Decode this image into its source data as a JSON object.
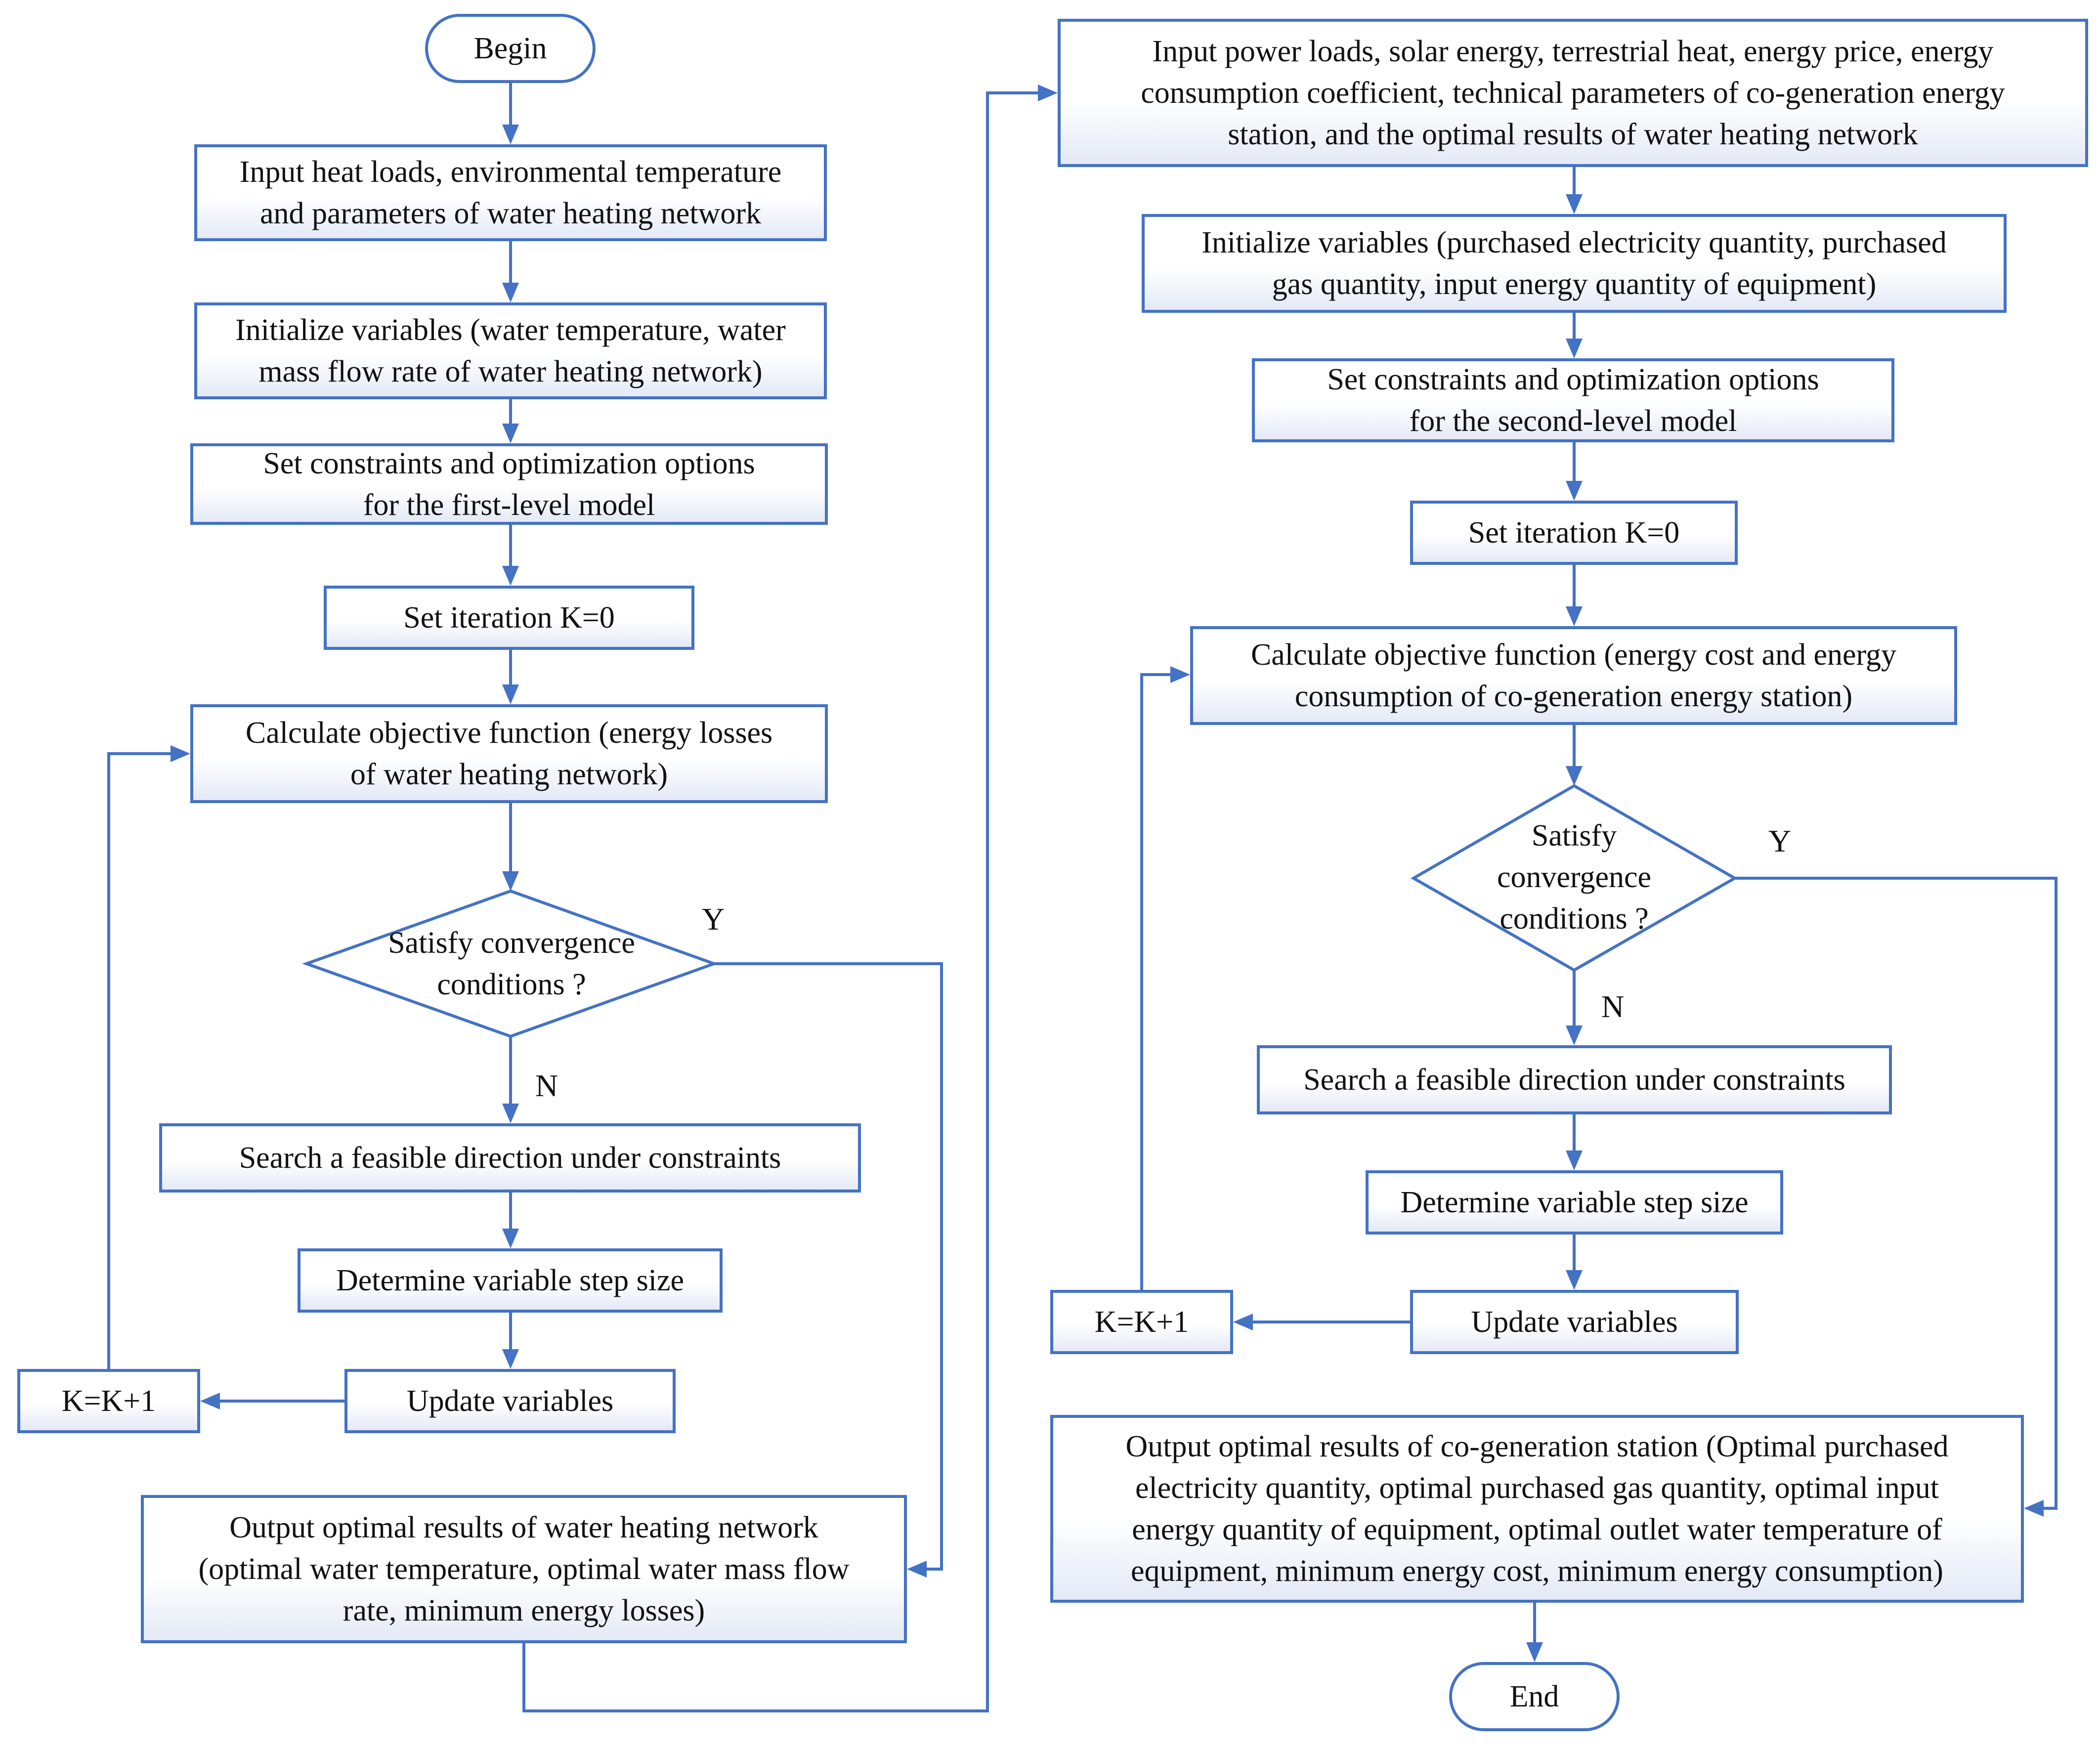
{
  "colors": {
    "line": "#4472C4",
    "box_fill_bottom": "#e3e9f6",
    "text": "#111111"
  },
  "left": {
    "begin": "Begin",
    "input": "Input heat loads, environmental temperature\nand parameters of water heating network",
    "init": "Initialize variables (water temperature, water\nmass flow rate of water heating network)",
    "constraints": "Set constraints and optimization options\nfor the first-level model",
    "iteration": "Set iteration K=0",
    "objective": "Calculate objective function (energy losses\nof water heating network)",
    "decision": "Satisfy convergence\nconditions ?",
    "yes": "Y",
    "no": "N",
    "search": "Search a feasible direction under constraints",
    "step": "Determine variable step size",
    "update": "Update variables",
    "increment": "K=K+1",
    "output": "Output optimal results of water heating network\n(optimal water temperature, optimal water mass flow\nrate, minimum energy losses)"
  },
  "right": {
    "input": "Input power loads, solar energy, terrestrial heat, energy price, energy\nconsumption coefficient, technical parameters of co-generation energy\nstation, and the optimal results of water heating network",
    "init": "Initialize variables (purchased electricity quantity, purchased\ngas quantity, input energy quantity of equipment)",
    "constraints": "Set constraints and optimization options\nfor the second-level model",
    "iteration": "Set iteration K=0",
    "objective": "Calculate objective function (energy cost and energy\nconsumption of co-generation energy station)",
    "decision": "Satisfy\nconvergence\nconditions ?",
    "yes": "Y",
    "no": "N",
    "search": "Search a feasible direction under constraints",
    "step": "Determine variable step size",
    "update": "Update variables",
    "increment": "K=K+1",
    "output": "Output optimal results of co-generation station (Optimal purchased\nelectricity quantity, optimal purchased gas quantity, optimal input\nenergy quantity of equipment, optimal outlet water temperature of\nequipment, minimum energy cost, minimum energy consumption)",
    "end": "End"
  }
}
